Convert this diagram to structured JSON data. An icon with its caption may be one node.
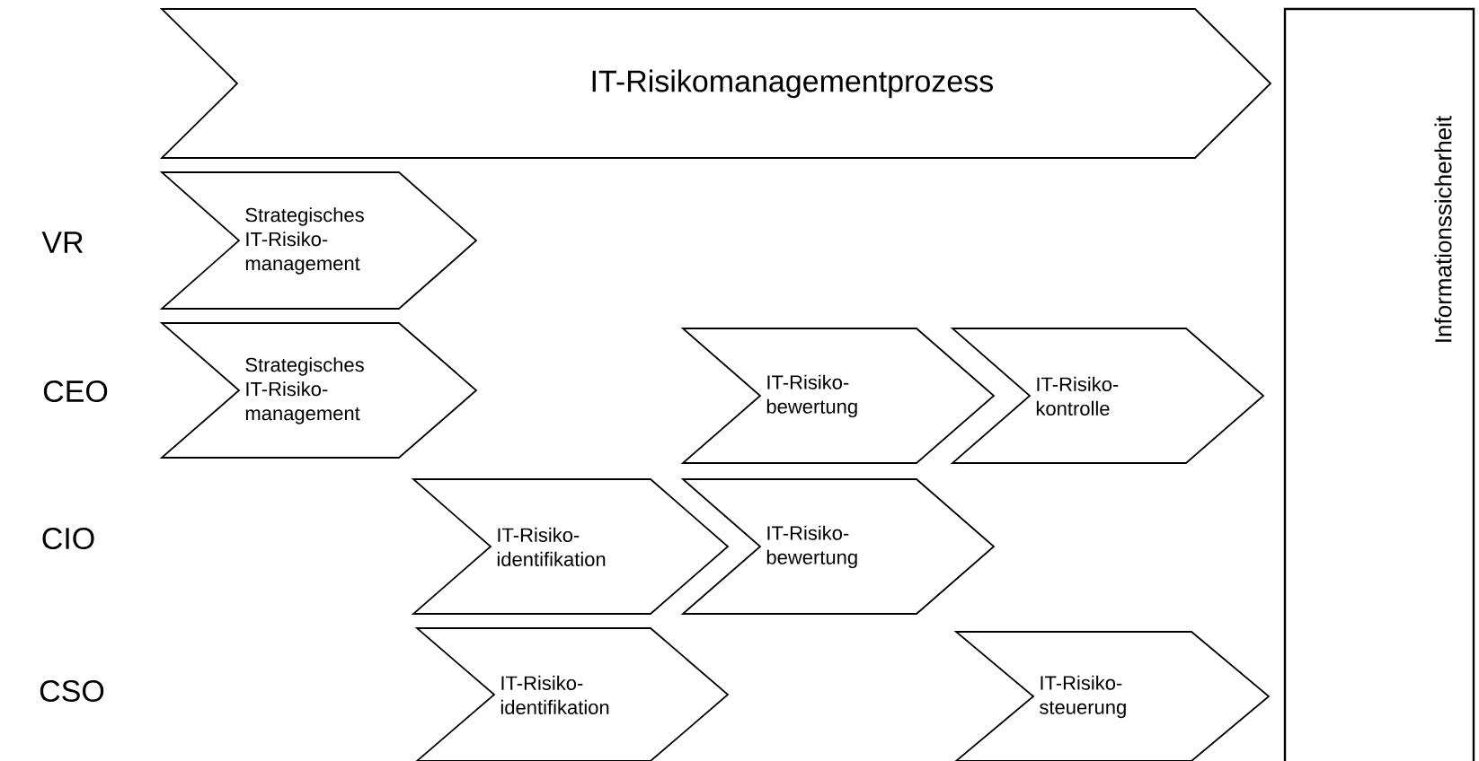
{
  "diagram": {
    "nodes": [
      {
        "text": [
          "IT-Risikomanagementprozess"
        ]
      },
      {
        "text": [
          "Informationssicherheit"
        ]
      },
      {
        "text": [
          "Strategisches IT-Risiko- management"
        ]
      },
      {
        "text": [
          "Strategisches IT-Risiko- management"
        ]
      },
      {
        "text": [
          "IT-Risiko- bewertung"
        ]
      },
      {
        "text": [
          "IT-Risiko- kontrolle"
        ]
      },
      {
        "text": [
          "IT-Risiko- identifikation"
        ]
      },
      {
        "text": [
          "IT-Risiko- bewertung"
        ]
      },
      {
        "text": [
          "IT-Risiko- identifikation"
        ]
      },
      {
        "text": [
          "IT-Risiko- steuerung"
        ]
      }
    ],
    "labels": [
      "VR",
      "CEO",
      "CIO",
      "CSO"
    ]
  }
}
